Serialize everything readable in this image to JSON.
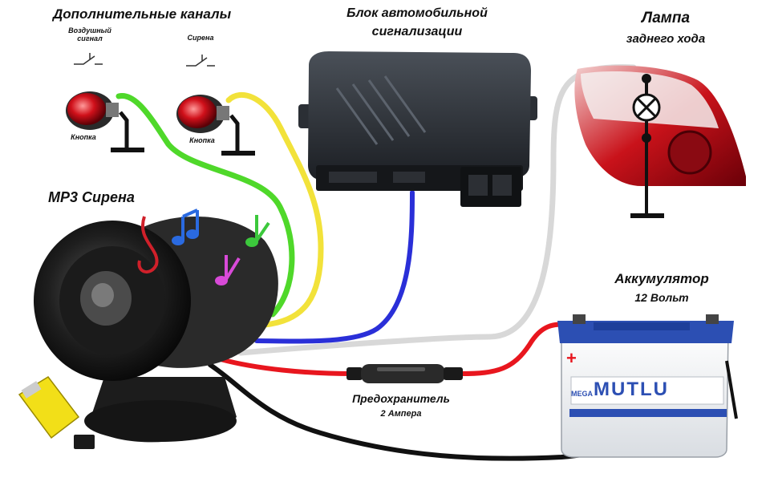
{
  "labels": {
    "extra_channels": "Дополнительные каналы",
    "air_signal": "Воздушный\nсигнал",
    "siren_switch": "Сирена",
    "button_1": "Кнопка",
    "button_2": "Кнопка",
    "alarm_unit_line1": "Блок автомобильной",
    "alarm_unit_line2": "сигнализации",
    "reverse_lamp_line1": "Лампа",
    "reverse_lamp_line2": "заднего хода",
    "mp3_siren": "МР3 Сирена",
    "battery_line1": "Аккумулятор",
    "battery_line2": "12 Вольт",
    "fuse_line1": "Предохранитель",
    "fuse_line2": "2 Ампера",
    "battery_brand": "MUTLU",
    "battery_model": "MEGA",
    "battery_plus": "+"
  },
  "wire_colors": {
    "green": "#4fd82a",
    "yellow": "#f2e23a",
    "blue": "#2a2fd8",
    "white": "#d8d8d8",
    "red": "#e8161e",
    "black": "#111111"
  }
}
